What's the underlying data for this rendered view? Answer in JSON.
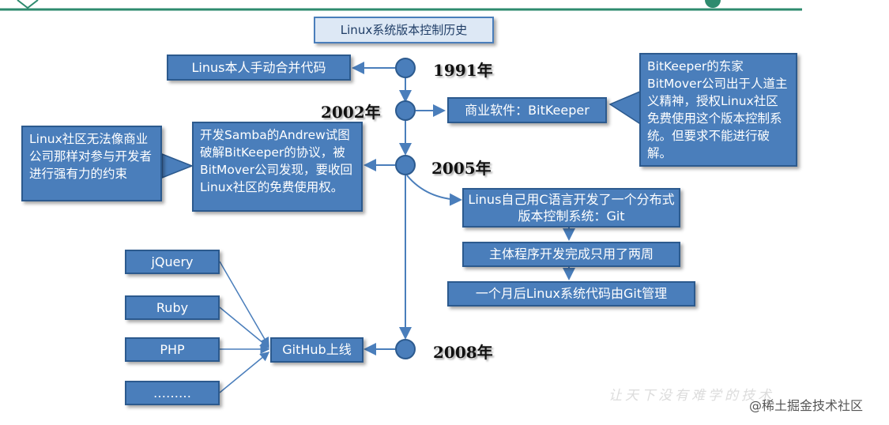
{
  "diagram": {
    "title": "Linux系统版本控制历史",
    "years": {
      "y1991": "1991年",
      "y2002": "2002年",
      "y2005": "2005年",
      "y2008": "2008年"
    },
    "box_1991_left": "Linus本人手动合并代码",
    "box_2002_right": "商业软件：BitKeeper",
    "callout_bitkeeper": "BitKeeper的东家BitMover公司出于人道主义精神，授权Linux社区免费使用这个版本控制系统。但要求不能进行破解。",
    "callout_linux_community": "Linux社区无法像商业公司那样对参与开发者进行强有力的约束",
    "box_2005_samba": "开发Samba的Andrew试图破解BitKeeper的协议，被BitMover公司发现，要收回Linux社区的免费使用权。",
    "box_2005_git": "Linus自己用C语言开发了一个分布式版本控制系统：Git",
    "box_2005_twoweeks": "主体程序开发完成只用了两周",
    "box_2005_month": "一个月后Linux系统代码由Git管理",
    "box_2008_github": "GitHub上线",
    "github_sources": [
      "jQuery",
      "Ruby",
      "PHP",
      "………"
    ]
  },
  "watermark": {
    "slogan": "让天下没有难学的技术",
    "site": "@稀土掘金技术社区"
  },
  "colors": {
    "box_fill": "#4a7ebb",
    "box_border": "#2c5a8e",
    "timeline": "#4a7ebb",
    "header_bar": "#2e8b6e"
  }
}
